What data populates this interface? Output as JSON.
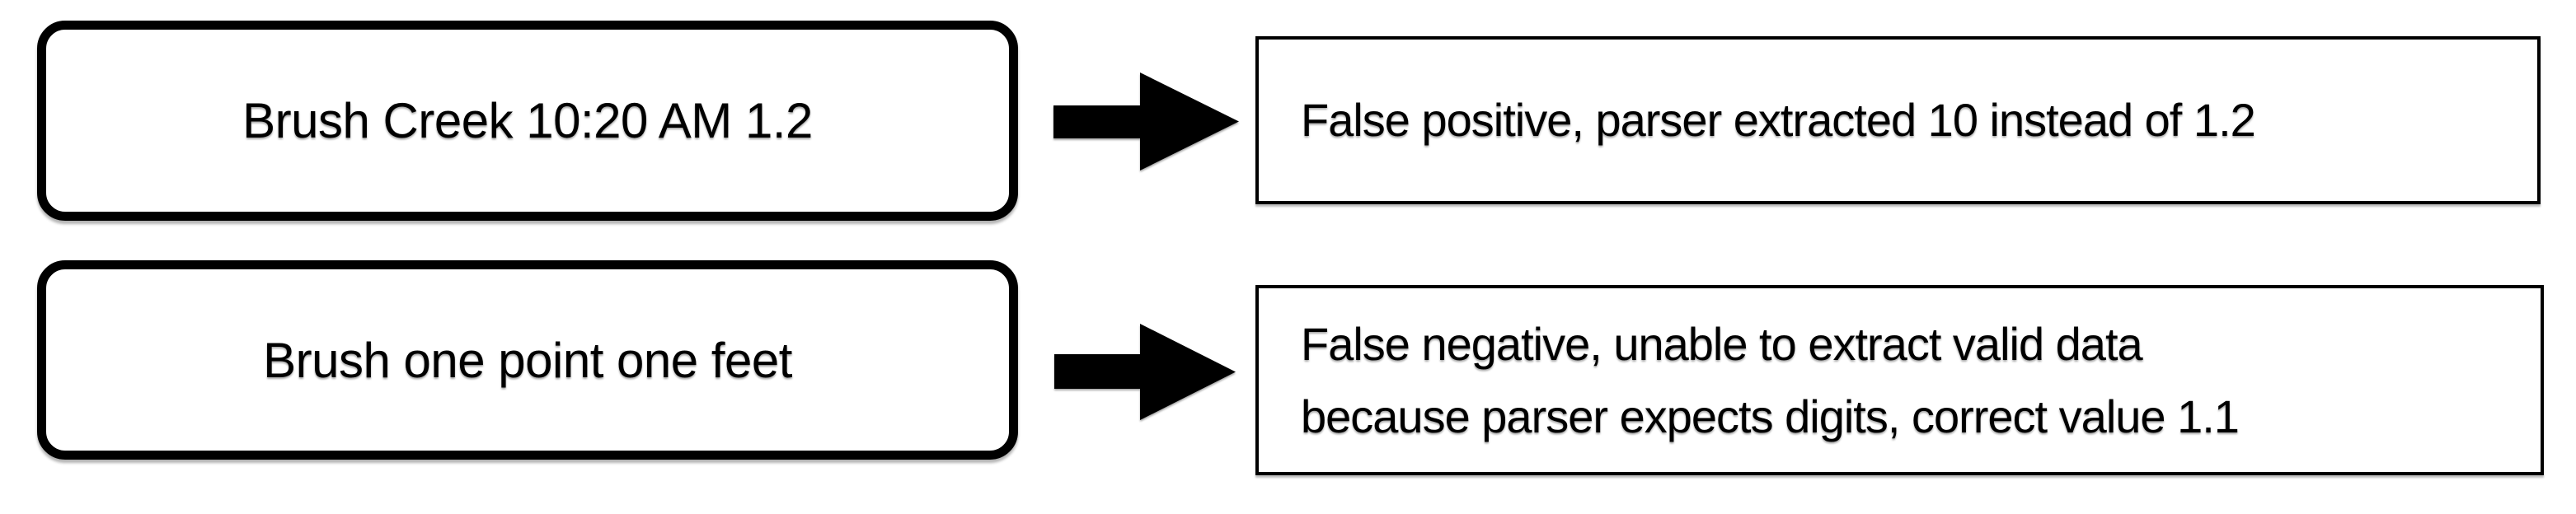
{
  "diagram": {
    "description": "Parser error examples flow diagram",
    "colors": {
      "ink": "#000000",
      "background": "#ffffff"
    },
    "rows": [
      {
        "input_label": "Brush Creek 10:20 AM 1.2",
        "arrow_icon": "arrow-right-icon",
        "output_lines": [
          "False positive, parser extracted 10 instead of 1.2"
        ]
      },
      {
        "input_label": "Brush one point one feet",
        "arrow_icon": "arrow-right-icon",
        "output_lines": [
          "False negative, unable to extract valid data",
          "because parser expects digits, correct value 1.1"
        ]
      }
    ]
  }
}
